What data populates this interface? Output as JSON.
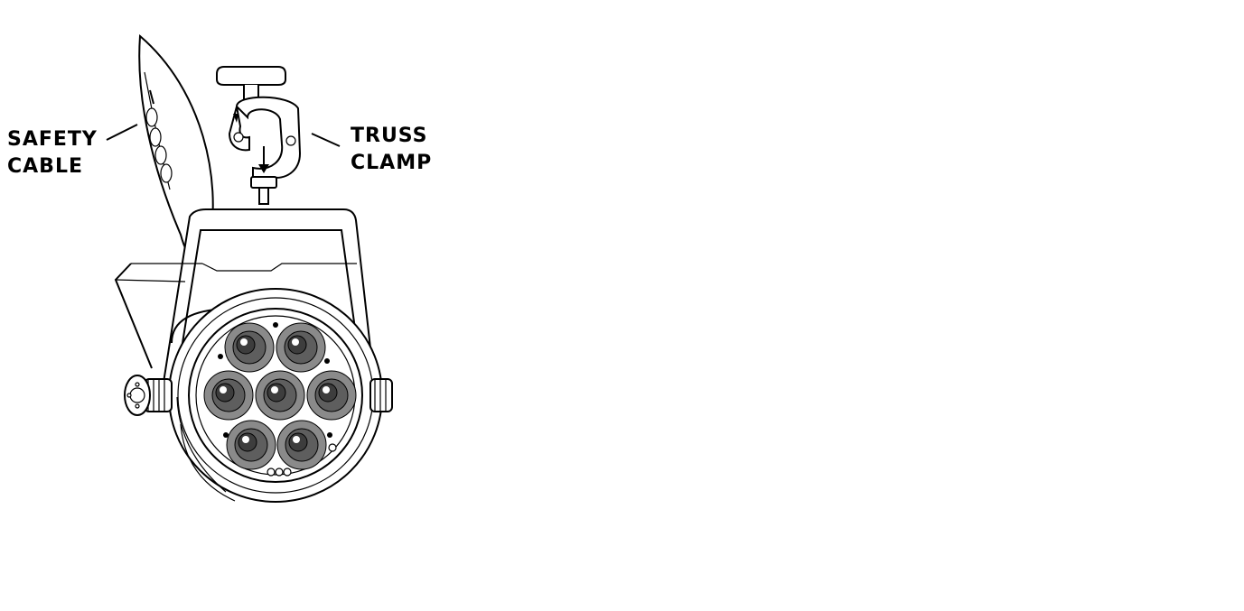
{
  "labels": {
    "safety_cable": [
      "SAFETY",
      "CABLE"
    ],
    "truss_clamp": [
      "TRUSS",
      "CLAMP"
    ]
  },
  "colors": {
    "line": "#000000",
    "lens": "#8a8a8a",
    "background": "#ffffff"
  },
  "panels": [
    {
      "id": "clamp-detail",
      "icon": "par-fixture-with-clamp-and-safety-cable"
    },
    {
      "id": "truss-hanging",
      "icon": "two-fixtures-hanging-from-horizontal-truss"
    },
    {
      "id": "truss-side",
      "icon": "fixture-mounted-to-vertical-truss"
    }
  ]
}
